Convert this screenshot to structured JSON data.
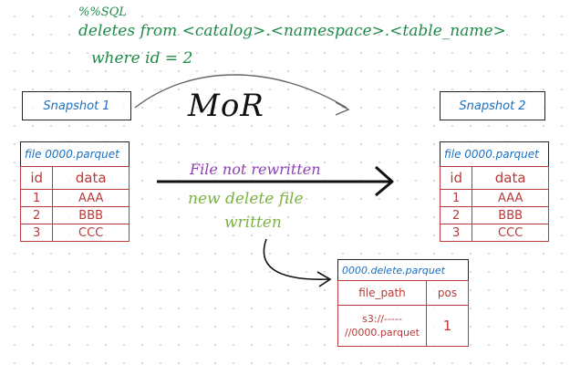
{
  "sql": {
    "magic": "%%SQL",
    "line1": "deletes from <catalog>.<namespace>.<table_name>",
    "line2": "where   id = 2"
  },
  "snapshot1": {
    "label": "Snapshot 1"
  },
  "snapshot2": {
    "label": "Snapshot 2"
  },
  "mor_label": "MoR",
  "file_table_1": {
    "file_name": "file 0000.parquet",
    "headers": [
      "id",
      "data"
    ],
    "rows": [
      [
        "1",
        "AAA"
      ],
      [
        "2",
        "BBB"
      ],
      [
        "3",
        "CCC"
      ]
    ]
  },
  "file_table_2": {
    "file_name": "file 0000.parquet",
    "headers": [
      "id",
      "data"
    ],
    "rows": [
      [
        "1",
        "AAA"
      ],
      [
        "2",
        "BBB"
      ],
      [
        "3",
        "CCC"
      ]
    ]
  },
  "notes": {
    "not_rewritten": "File not rewritten",
    "delete_written_1": "new delete file",
    "delete_written_2": "written"
  },
  "delete_file": {
    "file_name": "0000.delete.parquet",
    "headers": [
      "file_path",
      "pos"
    ],
    "path_line1": "s3://-----",
    "path_line2": "//0000.parquet",
    "pos": "1"
  },
  "colors": {
    "sql": "#1f8a4a",
    "snapshot_text": "#1a6fc2",
    "table_lines": "#b83a3a",
    "purple_note": "#8e3fb0",
    "green_note": "#7cb342"
  }
}
